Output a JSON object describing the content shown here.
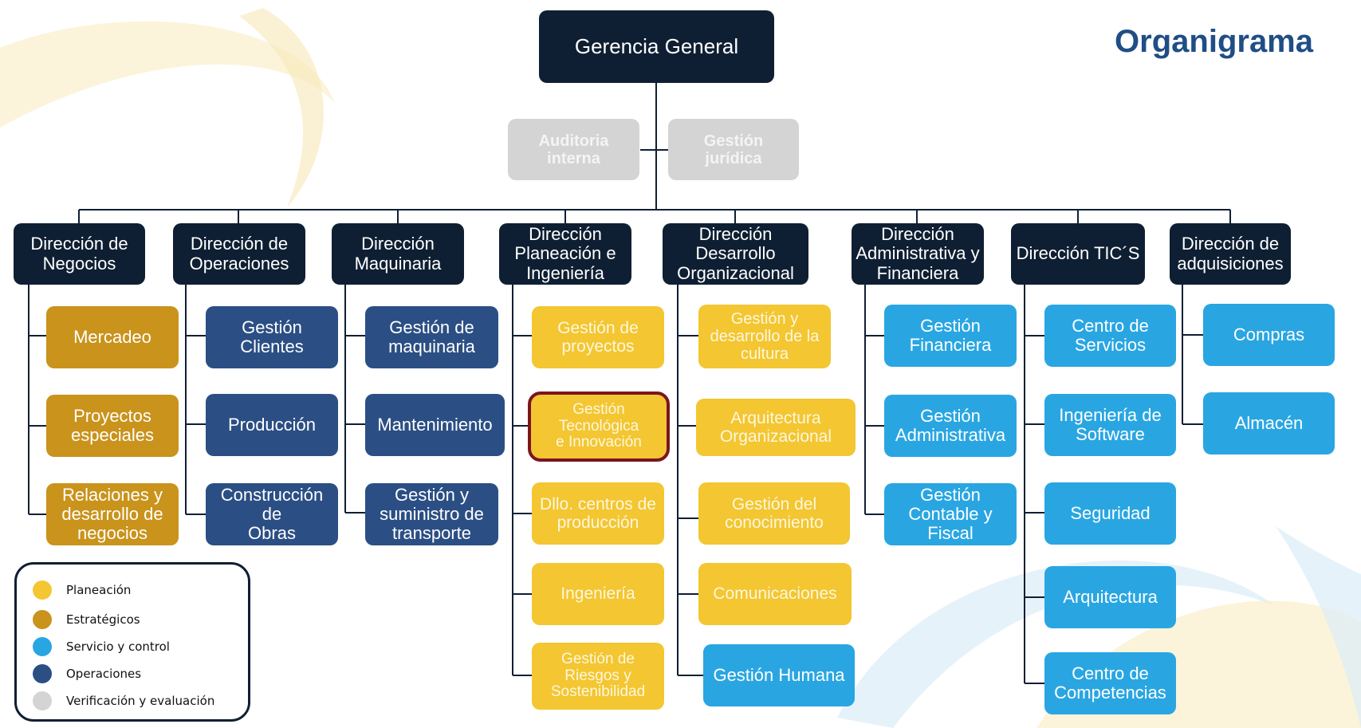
{
  "title": "Organigrama",
  "top": {
    "label": "Gerencia General"
  },
  "staff": [
    {
      "label": "Auditoria\ninterna"
    },
    {
      "label": "Gestión\njurídica"
    }
  ],
  "directions": [
    {
      "label": "Dirección de\nNegocios"
    },
    {
      "label": "Dirección de\nOperaciones"
    },
    {
      "label": "Dirección\nMaquinaria"
    },
    {
      "label": "Dirección\nPlaneación e\nIngeniería"
    },
    {
      "label": "Dirección\nDesarrollo\nOrganizacional"
    },
    {
      "label": "Dirección\nAdministrativa y\nFinanciera"
    },
    {
      "label": "Dirección TIC´S"
    },
    {
      "label": "Dirección de\nadquisiciones"
    }
  ],
  "units": {
    "negocios": [
      "Mercadeo",
      "Proyectos\nespeciales",
      "Relaciones y\ndesarrollo de\nnegocios"
    ],
    "operaciones": [
      "Gestión Clientes",
      "Producción",
      "Construcción de\nObras"
    ],
    "maquinaria": [
      "Gestión de\nmaquinaria",
      "Mantenimiento",
      "Gestión y\nsuministro de\ntransporte"
    ],
    "planeacion": [
      "Gestión de\nproyectos",
      "Gestión\nTecnológica\ne Innovación",
      "Dllo. centros de\nproducción",
      "Ingeniería",
      "Gestión de\nRiesgos y\nSostenibilidad"
    ],
    "desarrollo": [
      "Gestión y\ndesarrollo de la\ncultura",
      "Arquitectura\nOrganizacional",
      "Gestión del\nconocimiento",
      "Comunicaciones",
      "Gestión Humana"
    ],
    "administrativa": [
      "Gestión\nFinanciera",
      "Gestión\nAdministrativa",
      "Gestión\nContable y\nFiscal"
    ],
    "tics": [
      "Centro de\nServicios",
      "Ingeniería de\nSoftware",
      "Seguridad",
      "Arquitectura",
      "Centro de\nCompetencias"
    ],
    "adquisiciones": [
      "Compras",
      "Almacén"
    ]
  },
  "legend": [
    {
      "label": "Planeación",
      "color": "#f3c632"
    },
    {
      "label": "Estratégicos",
      "color": "#c9931c"
    },
    {
      "label": "Servicio  y control",
      "color": "#29a6e2"
    },
    {
      "label": "Operaciones",
      "color": "#2b4f84"
    },
    {
      "label": "Verificación  y evaluación",
      "color": "#d4d4d4"
    }
  ]
}
